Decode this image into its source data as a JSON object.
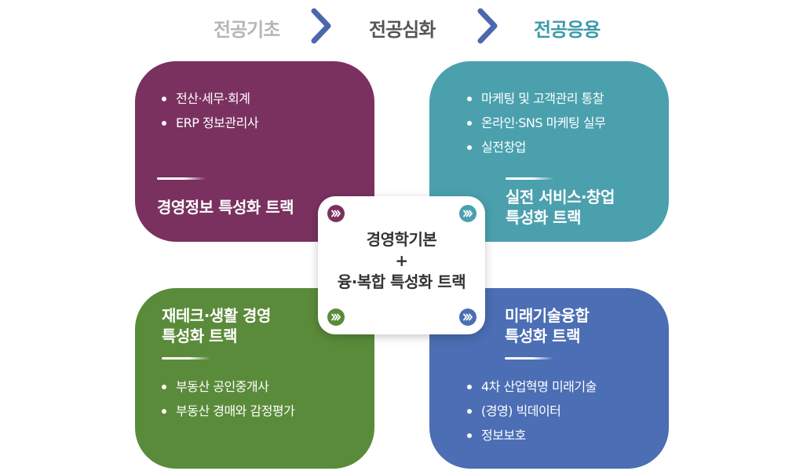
{
  "steps": [
    "전공기초",
    "전공심화",
    "전공응용"
  ],
  "colors": {
    "purple": "#7a3160",
    "teal": "#4ba0ae",
    "green": "#5a8b3a",
    "blue": "#4b6eb4",
    "chevron": "#4c67ad"
  },
  "cards": {
    "top_left": {
      "bullets": [
        "전산·세무·회계",
        "ERP 정보관리사"
      ],
      "track": [
        "경영정보 특성화 트랙"
      ]
    },
    "top_right": {
      "bullets": [
        "마케팅 및 고객관리 통찰",
        "온라인·SNS 마케팅 실무",
        "실전창업"
      ],
      "track": [
        "실전 서비스·창업",
        "특성화 트랙"
      ]
    },
    "bottom_left": {
      "bullets": [
        "부동산 공인중개사",
        "부동산 경매와 감정평가"
      ],
      "track": [
        "재테크·생활 경영",
        "특성화 트랙"
      ]
    },
    "bottom_right": {
      "bullets": [
        "4차 산업혁명 미래기술",
        "(경영) 빅데이터",
        "정보보호"
      ],
      "track": [
        "미래기술융합",
        "특성화 트랙"
      ]
    }
  },
  "center": {
    "lines": [
      "경영학기본",
      "+",
      "융·복합 특성화 트랙"
    ]
  },
  "icons": {
    "step_arrow": "chevron-right-icon",
    "badge": "triple-chevron-right-icon"
  }
}
